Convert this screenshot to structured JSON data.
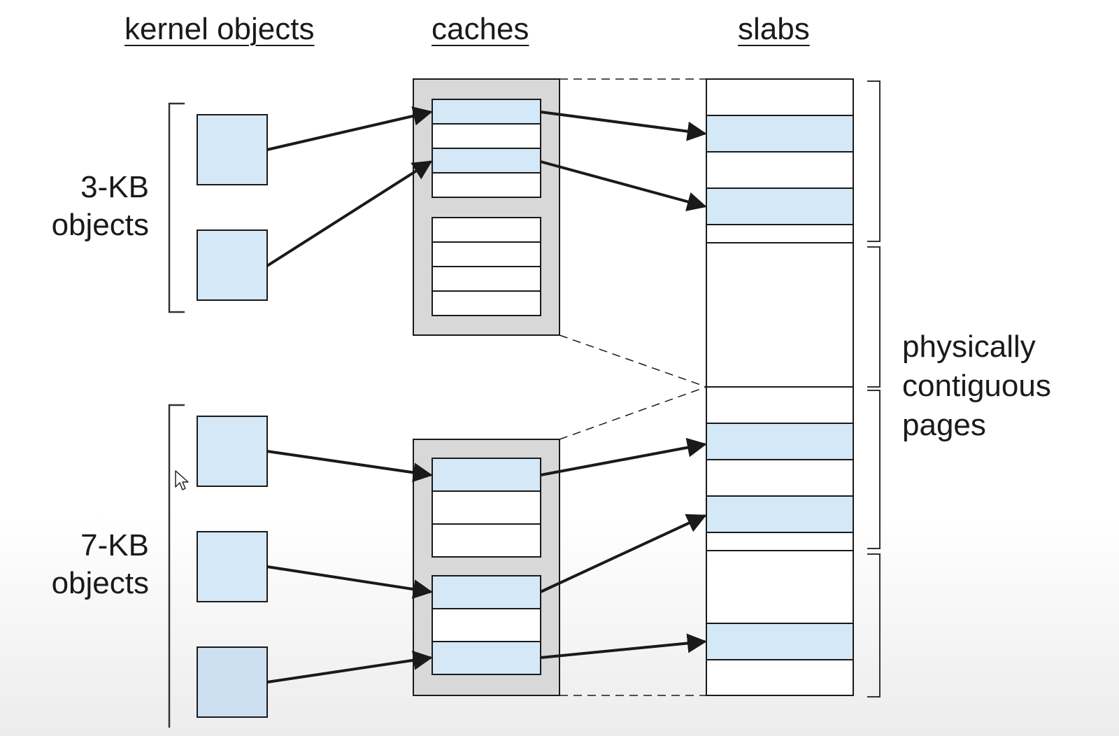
{
  "headers": {
    "kernel_objects": "kernel objects",
    "caches": "caches",
    "slabs": "slabs"
  },
  "groups": {
    "small_size": "3-KB",
    "small_unit": "objects",
    "large_size": "7-KB",
    "large_unit": "objects"
  },
  "pages_label": {
    "line1": "physically",
    "line2": "contiguous",
    "line3": "pages"
  },
  "colors": {
    "object_fill": "#d4e8f7",
    "cache_fill": "#d8d8d8",
    "stroke": "#1a1a1a",
    "bracket": "#333333"
  }
}
